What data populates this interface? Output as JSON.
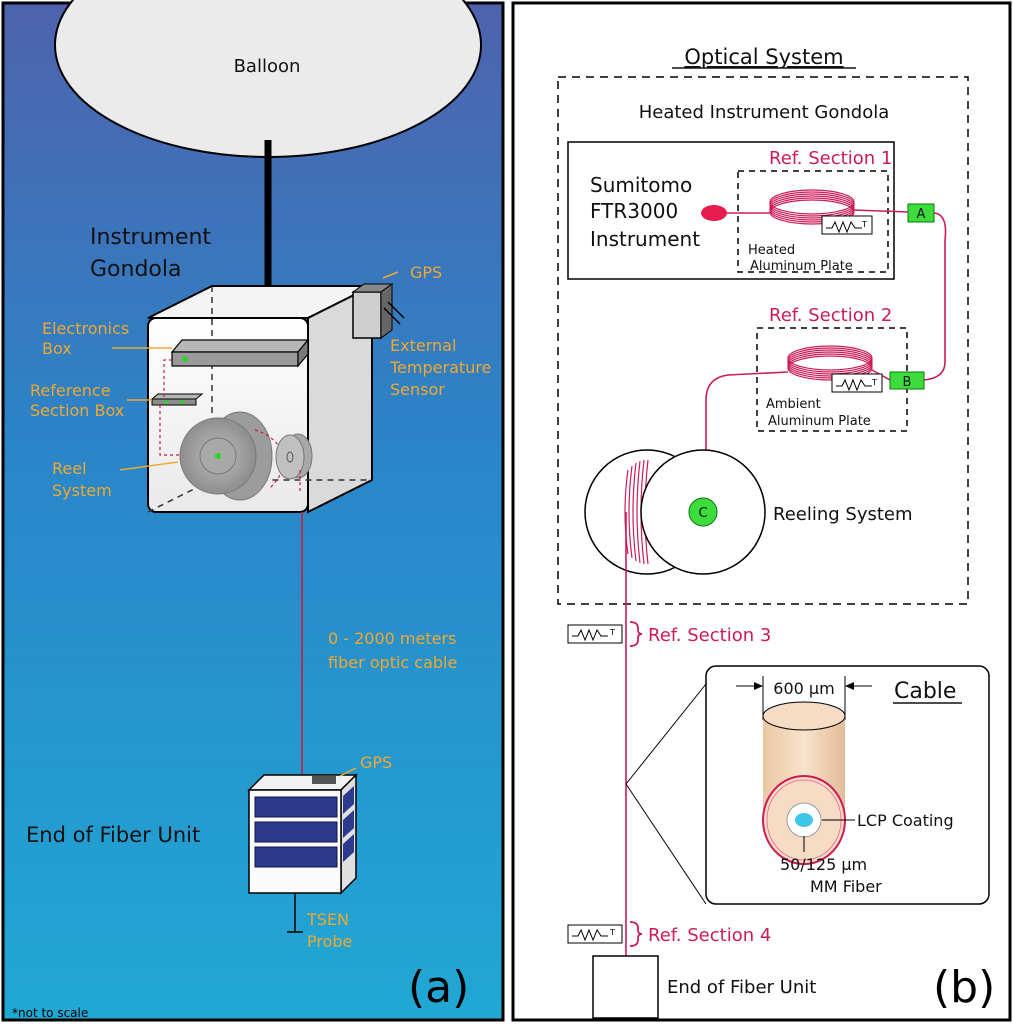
{
  "panel_a": {
    "balloon": "Balloon",
    "instrument_gondola": [
      "Instrument",
      "Gondola"
    ],
    "gps_top": "GPS",
    "electronics_box": [
      "Electronics",
      "Box"
    ],
    "reference_section_box": [
      "Reference",
      "Section Box"
    ],
    "reel_system": [
      "Reel",
      "System"
    ],
    "external_temperature_sensor": [
      "External",
      "Temperature",
      "Sensor"
    ],
    "cable_length": [
      "0 - 2000 meters",
      "fiber optic cable"
    ],
    "gps_bottom": "GPS",
    "end_of_fiber_unit": "End of Fiber Unit",
    "tsen_probe": [
      "TSEN",
      "Probe"
    ],
    "note": "*not to scale",
    "panel_label": "(a)",
    "colors": {
      "sky_top": "#4f62ae",
      "sky_bottom": "#20a8d4",
      "label": "#f0a830",
      "fiber": "#cc1c3a"
    }
  },
  "panel_b": {
    "title": "Optical System",
    "heated_gondola": "Heated Instrument Gondola",
    "ref_section_1": "Ref. Section 1",
    "ref_section_2": "Ref. Section 2",
    "ref_section_3": "Ref. Section 3",
    "ref_section_4": "Ref. Section 4",
    "instrument": [
      "Sumitomo",
      "FTR3000",
      "Instrument"
    ],
    "heated_plate": [
      "Heated",
      "Aluminum Plate"
    ],
    "ambient_plate": [
      "Ambient",
      "Aluminum Plate"
    ],
    "connector_a": "A",
    "connector_b": "B",
    "connector_c": "C",
    "reeling_system": "Reeling System",
    "thermistor_t": "T",
    "cable_title": "Cable",
    "cable_width": "600 µm",
    "lcp_coating": "LCP Coating",
    "mm_fiber": [
      "50/125 µm",
      "MM Fiber"
    ],
    "end_of_fiber_unit": "End of Fiber Unit",
    "panel_label": "(b)",
    "colors": {
      "fiber": "#cc1c55",
      "connector": "#3ddc3d",
      "cable_body": "#f6dcc4",
      "core": "#3ec8e8"
    }
  }
}
